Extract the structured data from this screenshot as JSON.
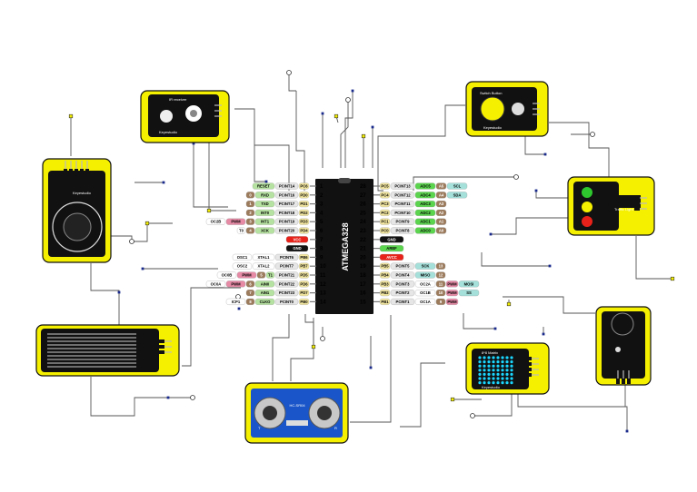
{
  "chip": {
    "name": "ATMEGA328",
    "left_pins": [
      {
        "num": "1",
        "port": "PC6",
        "pcint": "PCINT14",
        "func": [
          "RESET"
        ]
      },
      {
        "num": "2",
        "port": "PD0",
        "pcint": "PCINT16",
        "func": [
          "RXD",
          "0"
        ]
      },
      {
        "num": "3",
        "port": "PD1",
        "pcint": "PCINT17",
        "func": [
          "TXD",
          "1"
        ]
      },
      {
        "num": "4",
        "port": "PD2",
        "pcint": "PCINT18",
        "func": [
          "INT0",
          "2"
        ]
      },
      {
        "num": "5",
        "port": "PD3",
        "pcint": "PCINT19",
        "func": [
          "INT1",
          "3",
          "PWM",
          "OC2B"
        ]
      },
      {
        "num": "6",
        "port": "PD4",
        "pcint": "PCINT20",
        "func": [
          "XCK",
          "4",
          "T0"
        ]
      },
      {
        "num": "7",
        "port": "",
        "pcint": "",
        "func": [
          "VCC"
        ]
      },
      {
        "num": "8",
        "port": "",
        "pcint": "",
        "func": [
          "GND"
        ]
      },
      {
        "num": "9",
        "port": "PB6",
        "pcint": "PCINT6",
        "func": [
          "XTAL1",
          "OSC1"
        ]
      },
      {
        "num": "10",
        "port": "PB7",
        "pcint": "PCINT7",
        "func": [
          "XTAL2",
          "OSC2"
        ]
      },
      {
        "num": "11",
        "port": "PD5",
        "pcint": "PCINT21",
        "func": [
          "T1",
          "5",
          "PWM",
          "OC0B"
        ]
      },
      {
        "num": "12",
        "port": "PD6",
        "pcint": "PCINT22",
        "func": [
          "AIN0",
          "6",
          "PWM",
          "OC0A"
        ]
      },
      {
        "num": "13",
        "port": "PD7",
        "pcint": "PCINT23",
        "func": [
          "AIN1",
          "7"
        ]
      },
      {
        "num": "14",
        "port": "PB0",
        "pcint": "PCINT0",
        "func": [
          "CLKO",
          "8",
          "ICP1"
        ]
      }
    ],
    "right_pins": [
      {
        "num": "28",
        "port": "PC5",
        "pcint": "PCINT13",
        "func": [
          "ADC5",
          "A5",
          "SCL"
        ]
      },
      {
        "num": "27",
        "port": "PC4",
        "pcint": "PCINT12",
        "func": [
          "ADC4",
          "A4",
          "SDA"
        ]
      },
      {
        "num": "26",
        "port": "PC3",
        "pcint": "PCINT11",
        "func": [
          "ADC3",
          "A3"
        ]
      },
      {
        "num": "25",
        "port": "PC2",
        "pcint": "PCINT10",
        "func": [
          "ADC2",
          "A2"
        ]
      },
      {
        "num": "24",
        "port": "PC1",
        "pcint": "PCINT9",
        "func": [
          "ADC1",
          "A1"
        ]
      },
      {
        "num": "23",
        "port": "PC0",
        "pcint": "PCINT8",
        "func": [
          "ADC0",
          "A0"
        ]
      },
      {
        "num": "22",
        "port": "",
        "pcint": "",
        "func": [
          "GND"
        ]
      },
      {
        "num": "21",
        "port": "",
        "pcint": "",
        "func": [
          "AREF"
        ]
      },
      {
        "num": "20",
        "port": "",
        "pcint": "",
        "func": [
          "AVCC"
        ]
      },
      {
        "num": "19",
        "port": "PB5",
        "pcint": "PCINT5",
        "func": [
          "SCK",
          "13"
        ]
      },
      {
        "num": "18",
        "port": "PB4",
        "pcint": "PCINT4",
        "func": [
          "MISO",
          "12"
        ]
      },
      {
        "num": "17",
        "port": "PB3",
        "pcint": "PCINT3",
        "func": [
          "OC2A",
          "11",
          "PWM",
          "MOSI"
        ]
      },
      {
        "num": "16",
        "port": "PB2",
        "pcint": "PCINT2",
        "func": [
          "OC1B",
          "10",
          "PWM",
          "SS"
        ]
      },
      {
        "num": "15",
        "port": "PB1",
        "pcint": "PCINT1",
        "func": [
          "OC1A",
          "9",
          "PWM"
        ]
      }
    ]
  },
  "modules": {
    "ir_sensor": {
      "title": "IR receiver",
      "brand": "Keyestudio"
    },
    "tilt_switch": {
      "title": "Switch Button",
      "brand": "Keyestudio"
    },
    "joystick": {
      "title": "Keyestudio",
      "brand": ""
    },
    "traffic_light": {
      "title": "Traffic Light",
      "brand": ""
    },
    "water_sensor": {
      "title": "",
      "brand": ""
    },
    "ultrasonic": {
      "title": "HC-SR04",
      "left": "T",
      "right": "R"
    },
    "matrix": {
      "title": "8*8 Matrix",
      "brand": "Keyestudio"
    },
    "buzzer": {
      "title": "",
      "brand": ""
    }
  },
  "colors": {
    "module_yellow": "#f5f000",
    "chip_black": "#111111",
    "port_gold": "#f2e6a0",
    "pcint_gray": "#e6e6e6",
    "func_green": "#b5e2a0",
    "arduino_brown": "#9c7b5c",
    "pwm_pink": "#e68aa6",
    "vcc_red": "#e8221a",
    "gnd_black": "#111111",
    "adc_green": "#5bd44e",
    "spi_teal": "#a5e0da"
  }
}
